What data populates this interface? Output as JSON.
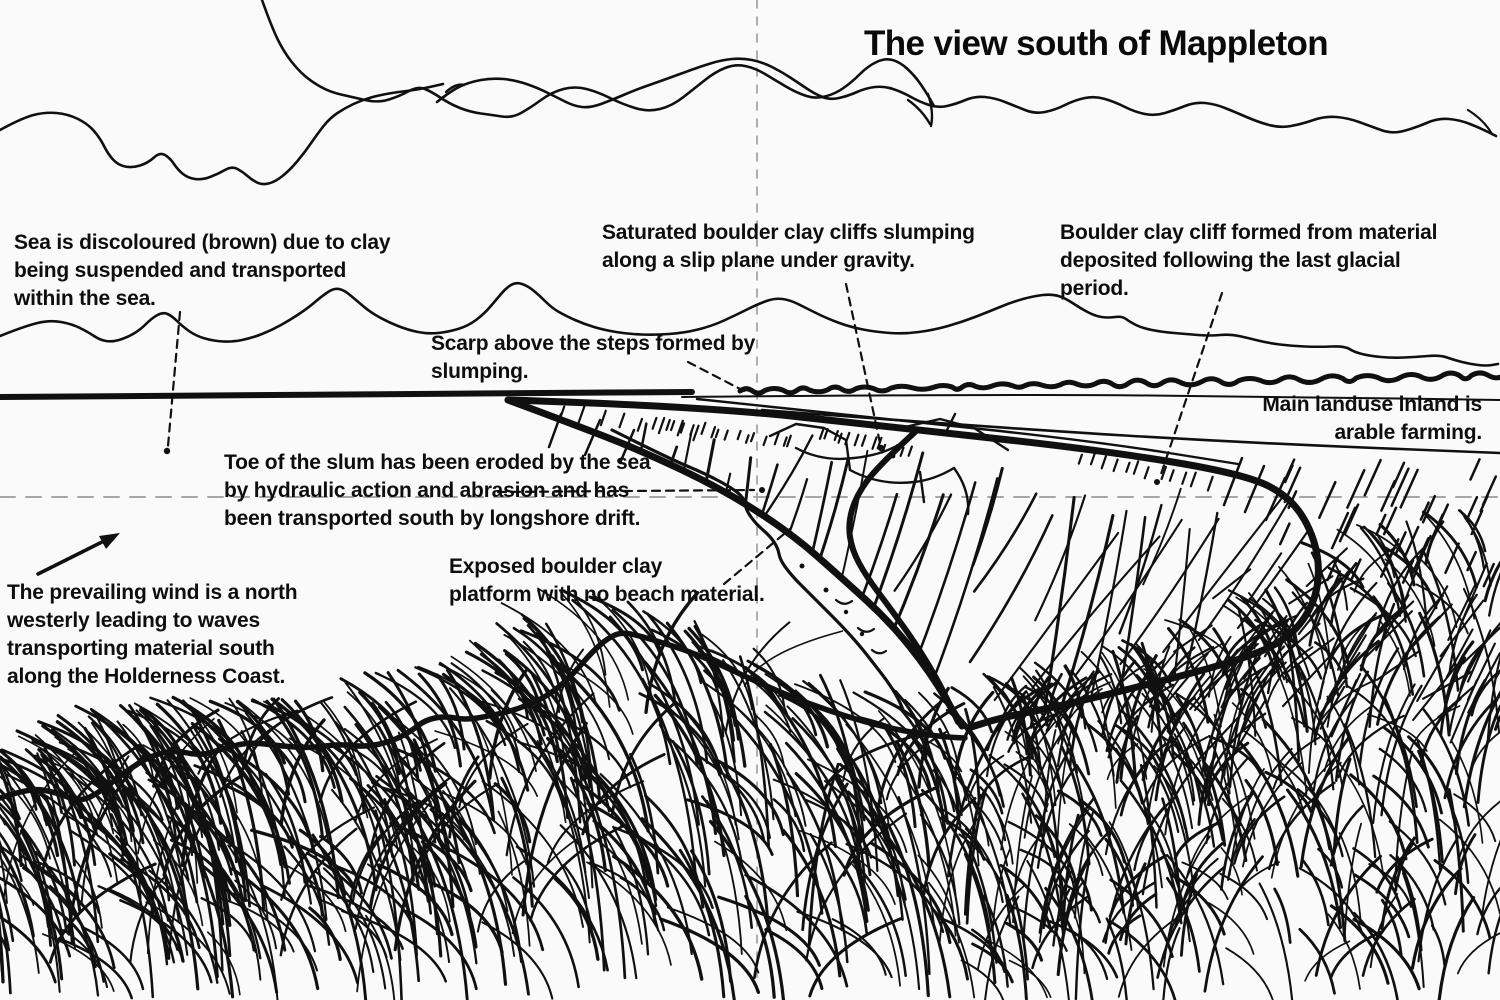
{
  "title": "The view south of Mappleton",
  "annotations": [
    {
      "id": "sea-discoloured",
      "lines": [
        "Sea is discoloured (brown) due to clay",
        "being suspended and transported",
        "within the sea."
      ]
    },
    {
      "id": "saturated-cliffs",
      "lines": [
        "Saturated boulder clay cliffs slumping",
        "along a slip plane under gravity."
      ]
    },
    {
      "id": "boulder-clay-cliff",
      "lines": [
        "Boulder clay cliff formed from material",
        "deposited following the last glacial",
        "period."
      ]
    },
    {
      "id": "scarp",
      "lines": [
        "Scarp above the steps formed by",
        "slumping."
      ]
    },
    {
      "id": "landuse",
      "lines": [
        "Main landuse inland is",
        "arable farming."
      ]
    },
    {
      "id": "toe-of-slum",
      "lines": [
        "Toe of the slum has been eroded by the sea",
        "by hydraulic action and abrasion and has",
        "been transported south by longshore drift."
      ]
    },
    {
      "id": "exposed-platform",
      "lines": [
        "Exposed boulder clay",
        "platform with no beach material."
      ]
    },
    {
      "id": "prevailing-wind",
      "lines": [
        "The prevailing wind is a north",
        "westerly leading to waves",
        "transporting material south",
        "along the Holderness Coast."
      ]
    }
  ],
  "colors": {
    "ink": "#101010",
    "background": "#fafafa",
    "guide_gray": "#a0a0a0"
  }
}
